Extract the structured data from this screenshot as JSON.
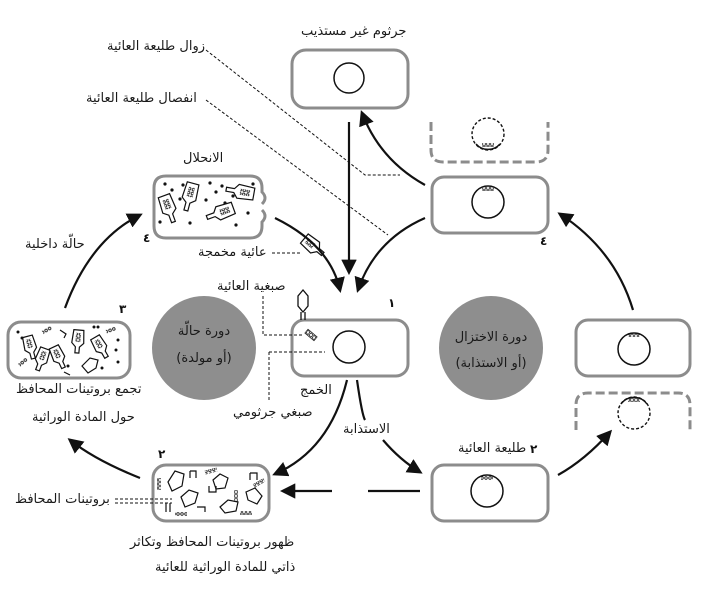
{
  "colors": {
    "cell_border": "#8c8c8c",
    "cycle_disc": "#8e8e8e",
    "ink": "#111111",
    "background": "#ffffff"
  },
  "labels": {
    "non_lysogenic_bacterium": "جرثوم غير مستذيب",
    "prophage_loss": "زوال طليعة العائية",
    "prophage_excision": "انفصال طليعة العائية",
    "lysis": "الانحلال",
    "lytic_state": "حالّة داخلية",
    "tailed_phage": "عائية مخمجة",
    "phage_chromosome": "صبغية العائية",
    "infection": "الخمج",
    "bacterial_chromosome": "صبغي جرثومي",
    "lysogenization": "الاستذابة",
    "prophage": "طليعة العائية",
    "capsid_assembly_line1": "تجمع بروتينات المحافظ",
    "capsid_assembly_line2": "حول المادة الوراثية",
    "capsid_proteins": "بروتينات المحافظ",
    "replication_line1": "ظهور بروتينات المحافظ وتكاثر",
    "replication_line2": "ذاتي للمادة الوراثية للعائية"
  },
  "cycles": {
    "lytic": {
      "line1": "دورة حالّة",
      "line2": "(أو مولدة)"
    },
    "lysogenic": {
      "line1": "دورة الاختزال",
      "line2": "(أو الاستذابة)"
    }
  },
  "step_numbers": {
    "infection_step": "١",
    "replication_step": "٢",
    "assembly_step": "٣",
    "lysis_step": "٤",
    "prophage_step": "٢",
    "division_step": "٤"
  }
}
